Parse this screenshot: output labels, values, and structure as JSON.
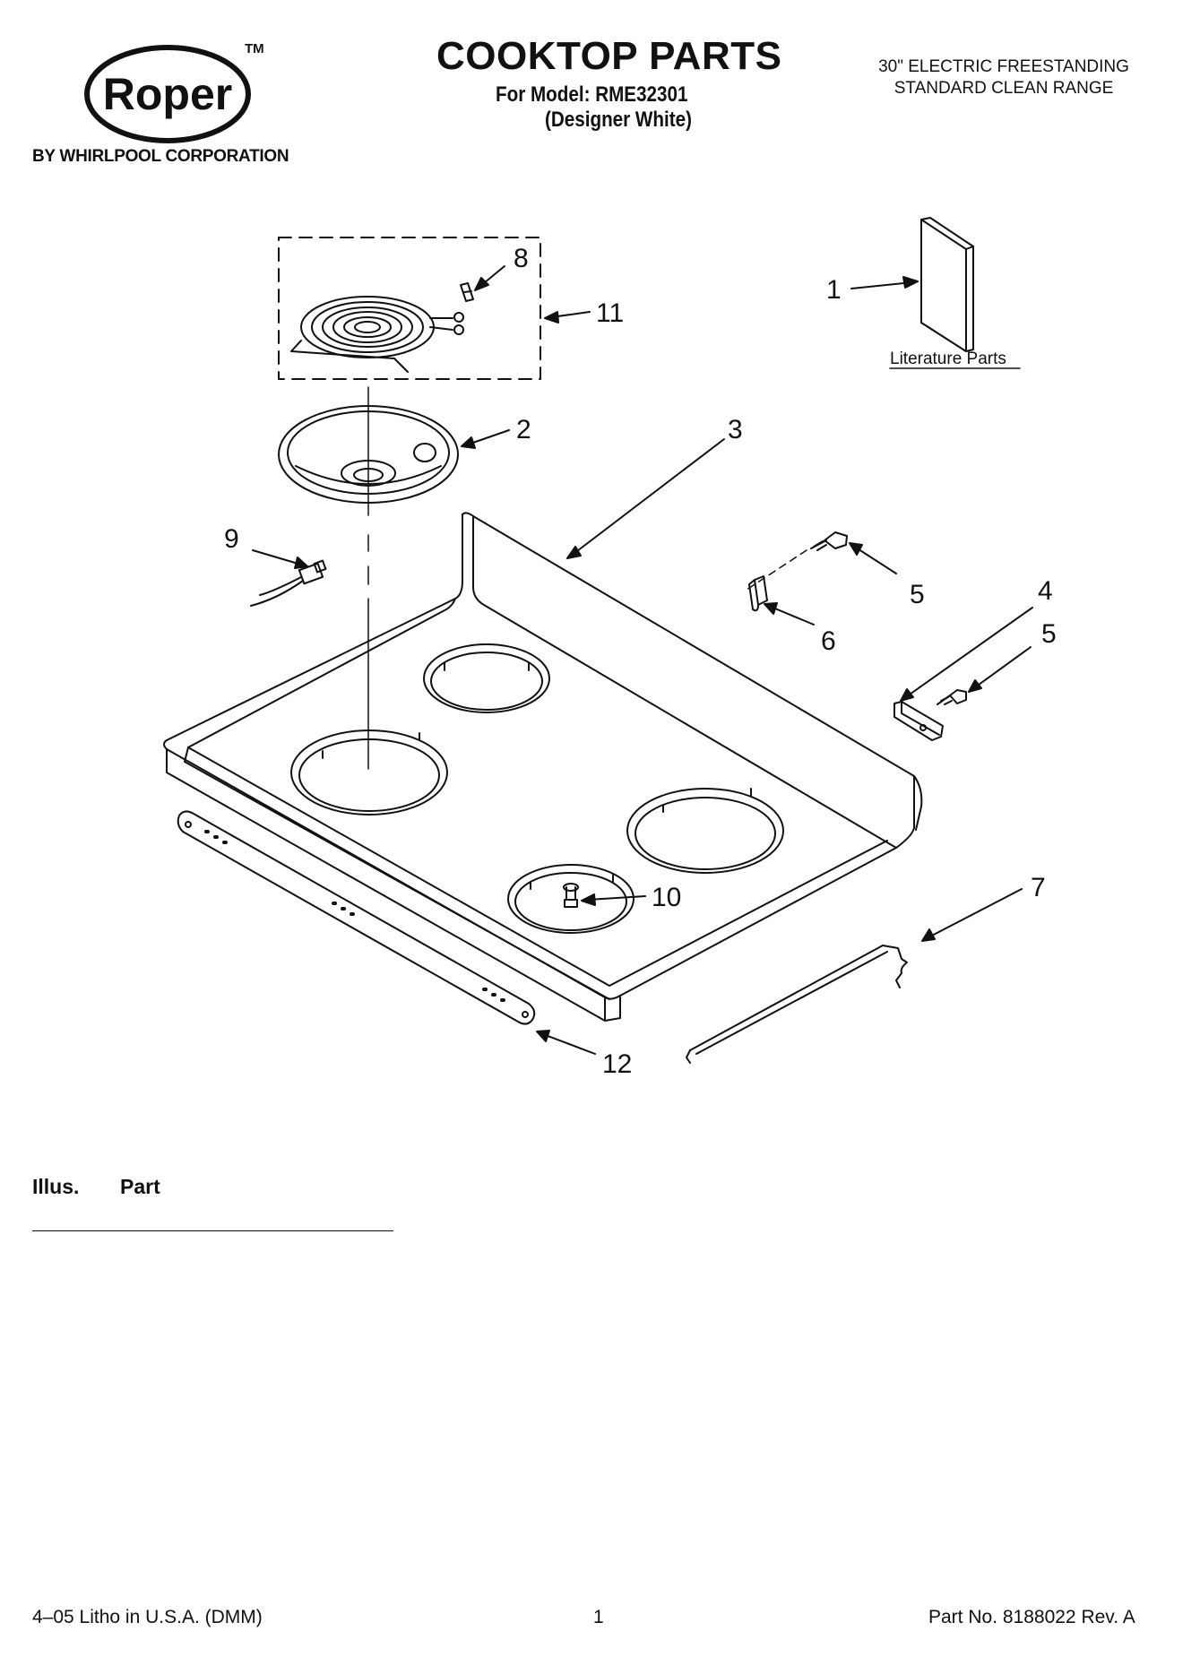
{
  "header": {
    "brand": "Roper",
    "trademark": "TM",
    "byline": "BY WHIRLPOOL CORPORATION",
    "title": "COOKTOP PARTS",
    "model_line": "For Model: RME32301",
    "color_line": "(Designer White)",
    "desc_line1": "30\" ELECTRIC FREESTANDING",
    "desc_line2": "STANDARD CLEAN RANGE"
  },
  "diagram": {
    "callouts": [
      "1",
      "2",
      "3",
      "4",
      "5",
      "5",
      "6",
      "7",
      "8",
      "9",
      "10",
      "11",
      "12"
    ],
    "literature_label": "Literature Parts"
  },
  "parts_table": {
    "col_illus": "Illus.",
    "col_part": "Part"
  },
  "footer": {
    "left": "4–05 Litho in U.S.A. (DMM)",
    "center": "1",
    "right": "Part No. 8188022 Rev. A"
  }
}
